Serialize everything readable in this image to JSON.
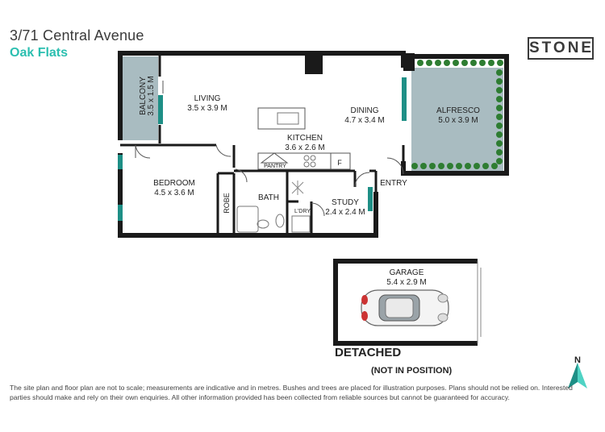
{
  "header": {
    "address": "3/71 Central Avenue",
    "suburb": "Oak Flats",
    "logo": "STONE"
  },
  "rooms": {
    "balcony": {
      "name": "BALCONY",
      "size": "3.5 x 1.5 M"
    },
    "living": {
      "name": "LIVING",
      "size": "3.5 x 3.9 M"
    },
    "dining": {
      "name": "DINING",
      "size": "4.7 x 3.4 M"
    },
    "alfresco": {
      "name": "ALFRESCO",
      "size": "5.0 x 3.9 M"
    },
    "kitchen": {
      "name": "KITCHEN",
      "size": "3.6 x 2.6 M"
    },
    "pantry": {
      "name": "PANTRY"
    },
    "fridge": {
      "name": "F"
    },
    "bedroom": {
      "name": "BEDROOM",
      "size": "4.5 x 3.6 M"
    },
    "robe": {
      "name": "ROBE"
    },
    "bath": {
      "name": "BATH"
    },
    "laundry": {
      "name": "L'DRY"
    },
    "study": {
      "name": "STUDY",
      "size": "2.4 x 2.4 M"
    },
    "entry": {
      "name": "ENTRY"
    },
    "garage": {
      "name": "GARAGE",
      "size": "5.4 x 2.9 M"
    }
  },
  "labels": {
    "detached": "DETACHED",
    "not_in_position": "(NOT IN POSITION)",
    "north": "N"
  },
  "disclaimer": "The site plan and floor plan are not to scale; measurements are indicative and in metres. Bushes and trees are placed for illustration purposes. Plans should not be relied on. Interested parties should make and rely on their own enquiries. All other information provided has been collected from reliable sources but cannot be guaranteed for accuracy.",
  "colors": {
    "accent": "#2bbfb0",
    "wall": "#1a1a1a",
    "outdoor_fill": "#a9bcc1",
    "window": "#1e8f86",
    "hedge": "#2e7d32"
  }
}
